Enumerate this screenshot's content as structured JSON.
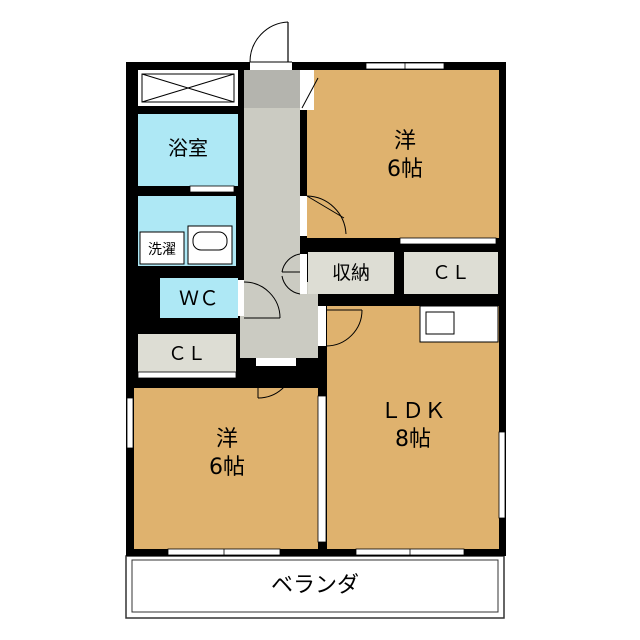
{
  "rooms": {
    "bedroom_north": {
      "name": "洋",
      "size": "6帖"
    },
    "bedroom_south": {
      "name": "洋",
      "size": "6帖"
    },
    "ldk": {
      "name": "ＬＤＫ",
      "size": "8帖"
    },
    "bath": {
      "name": "浴室"
    },
    "laundry": {
      "name": "洗濯"
    },
    "wc": {
      "name": "ＷＣ"
    },
    "storage": {
      "name": "収納"
    },
    "closet_east": {
      "name": "ＣＬ"
    },
    "closet_west": {
      "name": "ＣＬ"
    },
    "veranda": {
      "name": "ベランダ"
    }
  },
  "colors": {
    "room_floor": "#dfb26e",
    "wet_area": "#aee8f5",
    "hallway": "#cbcbc2",
    "storage": "#ddddd4",
    "wall": "#000000"
  }
}
